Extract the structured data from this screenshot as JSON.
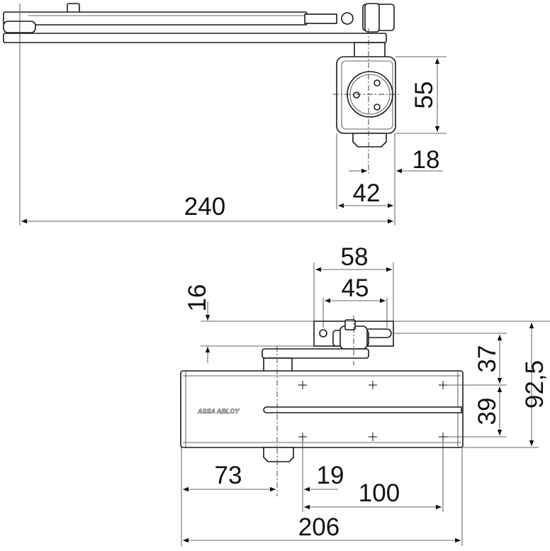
{
  "top_view": {
    "dimensions": {
      "arm_length": "240",
      "mount_width": "42",
      "shaft_offset": "18",
      "mount_height": "55"
    }
  },
  "front_view": {
    "logo_text": "ASSA ABLOY",
    "dimensions": {
      "bracket_width": "58",
      "bracket_hole_spacing": "45",
      "bracket_offset": "16",
      "bracket_to_holes": "37",
      "hole_spacing_vertical": "39",
      "total_height": "92,5",
      "shaft_from_end": "73",
      "hole_from_shaft": "19",
      "hole_spacing_horizontal": "100",
      "body_length": "206"
    }
  }
}
